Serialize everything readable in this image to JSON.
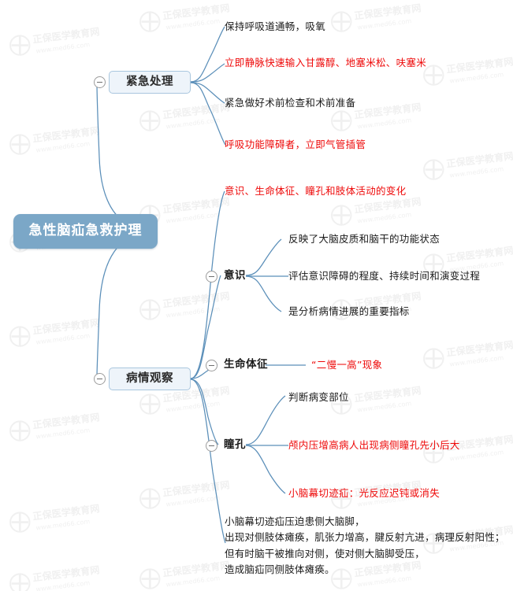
{
  "document": {
    "type": "mindmap",
    "title": "急性脑疝急救护理",
    "watermark": {
      "brand": "正保医学教育网",
      "url": "www.med66.com",
      "logo_icon": "circle-cross-logo-icon"
    },
    "colors": {
      "root_fill": "#7ba7c7",
      "root_text": "#ffffff",
      "branch_fill": "#eef4fa",
      "branch_border": "#a9c6de",
      "connector": "#5b8fb9",
      "text": "#1a1a1a",
      "highlight_text": "#ee0909",
      "background": "#ffffff"
    }
  },
  "root": {
    "label": "急性脑疝急救护理",
    "toggle_icon": "collapse-minus-icon"
  },
  "branches": [
    {
      "label": "紧急处理",
      "toggle_icon": "collapse-minus-icon",
      "leaves": [
        {
          "text": "保持呼吸道通畅，吸氧",
          "highlight": false
        },
        {
          "text": "立即静脉快速输入甘露醇、地塞米松、呋塞米",
          "highlight": true
        },
        {
          "text": "紧急做好术前检查和术前准备",
          "highlight": false
        },
        {
          "text": "呼吸功能障碍者，立即气管插管",
          "highlight": true
        }
      ]
    },
    {
      "label": "病情观察",
      "toggle_icon": "collapse-minus-icon",
      "leaves": [
        {
          "text": "意识、生命体征、瞳孔和肢体活动的变化",
          "highlight": true
        }
      ],
      "subbranches": [
        {
          "label": "意识",
          "toggle_icon": "collapse-minus-icon",
          "leaves": [
            {
              "text": "反映了大脑皮质和脑干的功能状态",
              "highlight": false
            },
            {
              "text": "评估意识障碍的程度、持续时间和演变过程",
              "highlight": false
            },
            {
              "text": "是分析病情进展的重要指标",
              "highlight": false
            }
          ]
        },
        {
          "label": "生命体征",
          "toggle_icon": "collapse-minus-icon",
          "leaves": [
            {
              "text": "“二慢一高”现象",
              "highlight": true
            }
          ]
        },
        {
          "label": "瞳孔",
          "toggle_icon": "collapse-minus-icon",
          "leaves": [
            {
              "text": "判断病变部位",
              "highlight": false
            },
            {
              "text": "颅内压增高病人出现病侧瞳孔先小后大",
              "highlight": true
            },
            {
              "text": "小脑幕切迹疝：光反应迟钝或消失",
              "highlight": true
            }
          ]
        }
      ],
      "note": "小脑幕切迹疝压迫患侧大脑脚，\n出现对侧肢体瘫痪，肌张力增高，腱反射亢进，病理反射阳性；\n但有时脑干被推向对侧，使对侧大脑脚受压，\n造成脑疝同侧肢体瘫痪。"
    }
  ]
}
